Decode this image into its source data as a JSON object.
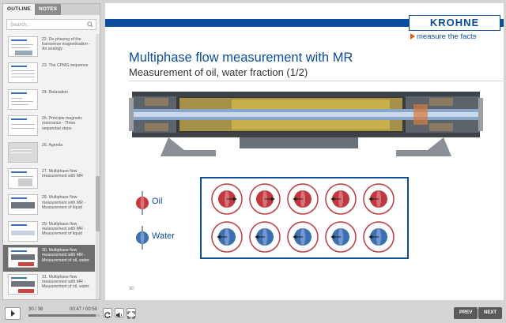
{
  "sidebar": {
    "tabs": [
      "OUTLINE",
      "NOTES"
    ],
    "search_placeholder": "Search...",
    "items": [
      {
        "label": "22. De-phasing of the transverse magnetisation - An analogy",
        "active": false
      },
      {
        "label": "23. The CPMG sequence",
        "active": false
      },
      {
        "label": "24. Relaxation",
        "active": false
      },
      {
        "label": "25. Principle magnetic resonance - Three sequential steps",
        "active": false
      },
      {
        "label": "26. Agenda",
        "active": false
      },
      {
        "label": "27. Multiphase flow measurement with MR",
        "active": false
      },
      {
        "label": "28. Multiphase flow measurement with MR - Measurement of liquid",
        "active": false
      },
      {
        "label": "29. Multiphase flow measurement with MR - Measurement of liquid",
        "active": false
      },
      {
        "label": "30. Multiphase flow measurement with MR - Measurement of oil, water",
        "active": true
      },
      {
        "label": "31. Multiphase flow measurement with MR - Measurement of oil, water",
        "active": false
      }
    ]
  },
  "slide": {
    "logo": "KROHNE",
    "tagline": "measure the facts",
    "title": "Multiphase flow measurement with MR",
    "subtitle": "Measurement of oil, water fraction (1/2)",
    "legend_oil": "Oil",
    "legend_water": "Water",
    "page_number": "30",
    "colors": {
      "brand": "#0a4d9c",
      "oil": "#c0393f",
      "water": "#3e6fb0"
    }
  },
  "player": {
    "slide_count": "30 / 36",
    "time": "00:47 / 00:50",
    "progress": 0.94,
    "prev_label": "PREV",
    "next_label": "NEXT"
  }
}
